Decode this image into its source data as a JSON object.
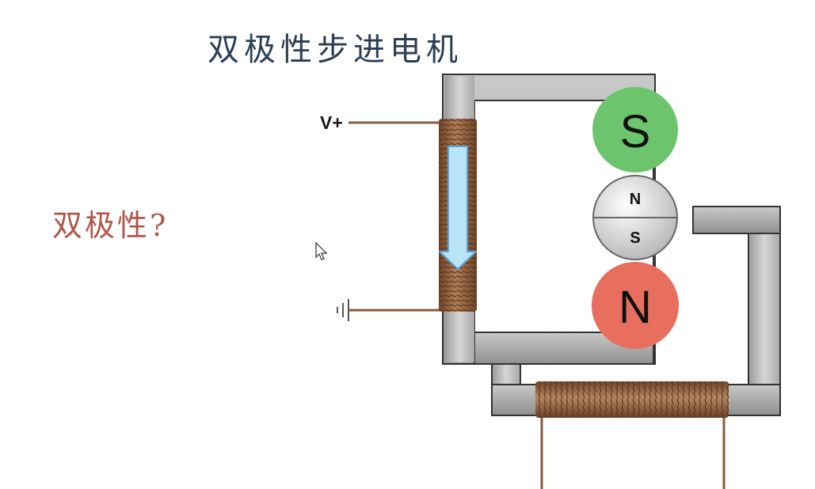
{
  "slide": {
    "title": "双极性步进电机",
    "question": "双极性?"
  },
  "diagram": {
    "supply_label": "V+",
    "stator_pole_top": "S",
    "stator_pole_bottom": "N",
    "rotor_north": "N",
    "rotor_south": "S"
  },
  "colors": {
    "pole_s": "#6cc46c",
    "pole_n": "#e86f5d",
    "coil": "#8c5a3a",
    "arrow": "#b9e3f7"
  },
  "icons": {
    "cursor": "mouse-pointer-icon",
    "ground": "ground-symbol-icon"
  }
}
